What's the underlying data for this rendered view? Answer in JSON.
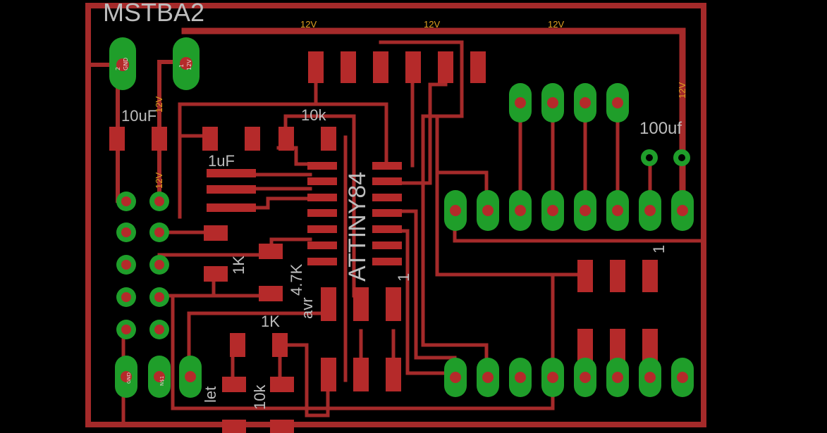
{
  "board": {
    "title": "MSTBA2"
  },
  "net_labels": {
    "v12_top_1": "12V",
    "v12_top_2": "12V",
    "v12_top_3": "12V",
    "v12_right": "12V",
    "v12_left_a": "12V",
    "v12_left_b": "12V"
  },
  "component_labels": {
    "c10uf": "10uF",
    "c1uf": "1uF",
    "r10k_top": "10k",
    "c100uf": "100uf",
    "ic": "ATTINY84",
    "r1k_a": "1K",
    "r47k": "4.7K",
    "avr": "avr",
    "r1k_b": "1K",
    "let": "let",
    "r10k_bottom": "10k",
    "pin1_ic": "1",
    "pin1_right": "1"
  },
  "pad_texts": {
    "gnd": "GND",
    "v12": "12V",
    "n1": "1",
    "n2": "2",
    "net": "N$1"
  },
  "colors": {
    "background": "#000000",
    "copper": "#a52a2a",
    "pad": "#1f9e2a",
    "label": "#bdbdbd",
    "net_label": "#e0a020"
  }
}
